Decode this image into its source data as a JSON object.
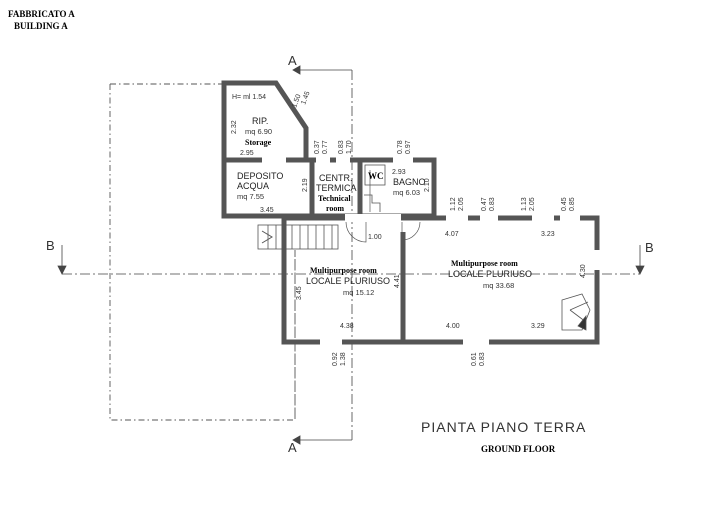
{
  "header": {
    "line1": "FABBRICATO A",
    "line2": "BUILDING A"
  },
  "section_markers": {
    "top_a": "A",
    "bottom_a": "A",
    "left_b": "B",
    "right_b": "B"
  },
  "rooms": {
    "storage": {
      "it_name": "RIP.",
      "area": "mq 6.90",
      "en_name": "Storage",
      "height": "H= ml 1.54"
    },
    "deposit": {
      "it_line1": "DEPOSITO",
      "it_line2": "ACQUA",
      "area": "mq 7.55"
    },
    "technical": {
      "it_line1": "CENTR.",
      "it_line2": "TERMICA",
      "en_line1": "Technical",
      "en_line2": "room"
    },
    "wc": {
      "label": "WC",
      "it_name": "BAGNO",
      "area": "mq 6.03"
    },
    "multi_left": {
      "en_name": "Multipurpose room",
      "it_name": "LOCALE PLURIUSO",
      "area": "mq 15.12"
    },
    "multi_right": {
      "en_name": "Multipurpose room",
      "it_name": "LOCALE PLURIUSO",
      "area": "mq 33.68"
    }
  },
  "dimensions": {
    "d_232": "2.32",
    "d_295": "2.95",
    "d_150": "1.50",
    "d_145": "1.45",
    "d_037": "0.37",
    "d_077": "0.77",
    "d_083a": "0.83",
    "d_170": "1.70",
    "d_078": "0.78",
    "d_097": "0.97",
    "d_219": "2.19",
    "d_345a": "3.45",
    "d_293": "2.93",
    "d_210": "2.10",
    "d_112": "1.12",
    "d_205a": "2.05",
    "d_047": "0.47",
    "d_083b": "0.83",
    "d_113": "1.13",
    "d_205b": "2.05",
    "d_045": "0.45",
    "d_085": "0.85",
    "d_100": "1.00",
    "d_407": "4.07",
    "d_323": "3.23",
    "d_441": "4.41",
    "d_430": "4.30",
    "d_345b": "3.45",
    "d_438": "4.38",
    "d_400": "4.00",
    "d_329": "3.29",
    "d_092": "0.92",
    "d_138": "1.38",
    "d_061": "0.61",
    "d_083c": "0.83"
  },
  "footer": {
    "plan_title": "PIANTA PIANO TERRA",
    "plan_subtitle": "GROUND FLOOR"
  }
}
